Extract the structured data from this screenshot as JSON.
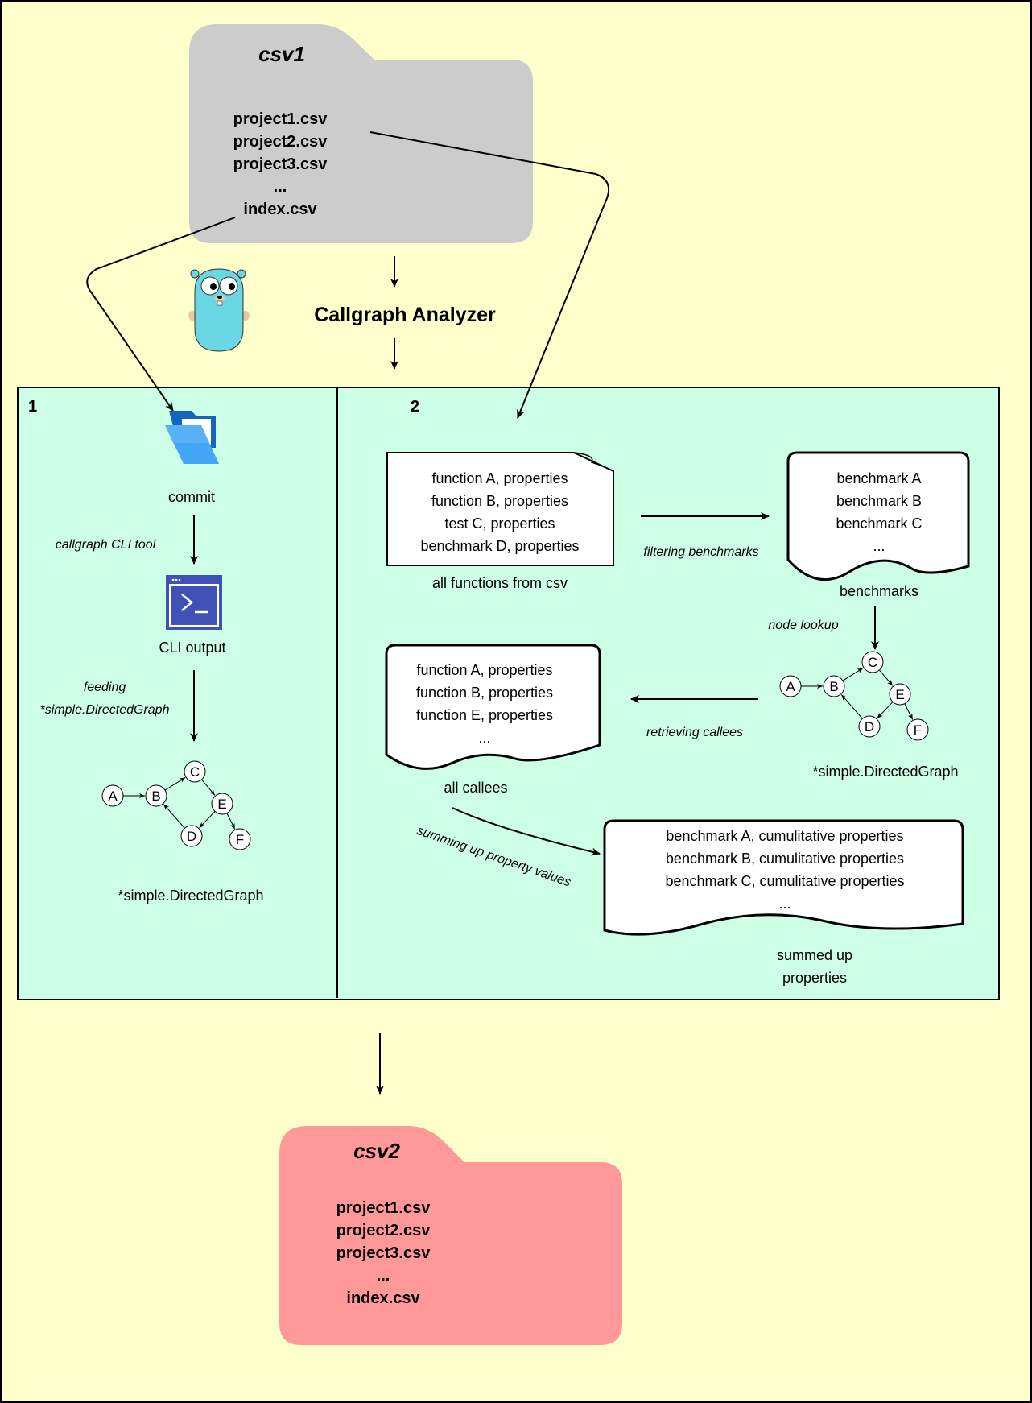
{
  "folders": {
    "input": {
      "title": "csv1",
      "files": [
        "project1.csv",
        "project2.csv",
        "project3.csv",
        "...",
        "index.csv"
      ],
      "color": "#cccccc"
    },
    "output": {
      "title": "csv2",
      "files": [
        "project1.csv",
        "project2.csv",
        "project3.csv",
        "...",
        "index.csv"
      ],
      "color": "#ff9999"
    }
  },
  "analyzer": {
    "label": "Callgraph Analyzer",
    "mascot_icon": "go-gopher-icon"
  },
  "colors": {
    "background": "#ffffcc",
    "container": "#ccffe6",
    "stroke": "#000000"
  },
  "panel1": {
    "number": "1",
    "folder_icon": "folder-icon",
    "commit_label": "commit",
    "edge_cli_tool": "callgraph CLI tool",
    "terminal_icon": "terminal-icon",
    "cli_output_label": "CLI output",
    "edge_feeding": [
      "feeding",
      "*simple.DirectedGraph"
    ],
    "graph_label": "*simple.DirectedGraph"
  },
  "panel2": {
    "number": "2",
    "all_functions_lines": [
      "function A, properties",
      "function B, properties",
      "test C, properties",
      "benchmark D, properties"
    ],
    "all_functions_label": "all functions from csv",
    "edge_filtering": "filtering benchmarks",
    "benchmarks_lines": [
      "benchmark A",
      "benchmark B",
      "benchmark C",
      "..."
    ],
    "benchmarks_label": "benchmarks",
    "edge_node_lookup": "node lookup",
    "graph_label": "*simple.DirectedGraph",
    "edge_retrieving": "retrieving callees",
    "callees_lines": [
      "function A, properties",
      "function B, properties",
      "function E, properties",
      "..."
    ],
    "callees_label": "all callees",
    "edge_summing": "summing up property values",
    "summed_lines": [
      "benchmark A, cumulitative properties",
      "benchmark B, cumulitative properties",
      "benchmark C, cumulitative properties",
      "..."
    ],
    "summed_label": [
      "summed up",
      "properties"
    ]
  },
  "graph_nodes": [
    "A",
    "B",
    "C",
    "D",
    "E",
    "F"
  ]
}
